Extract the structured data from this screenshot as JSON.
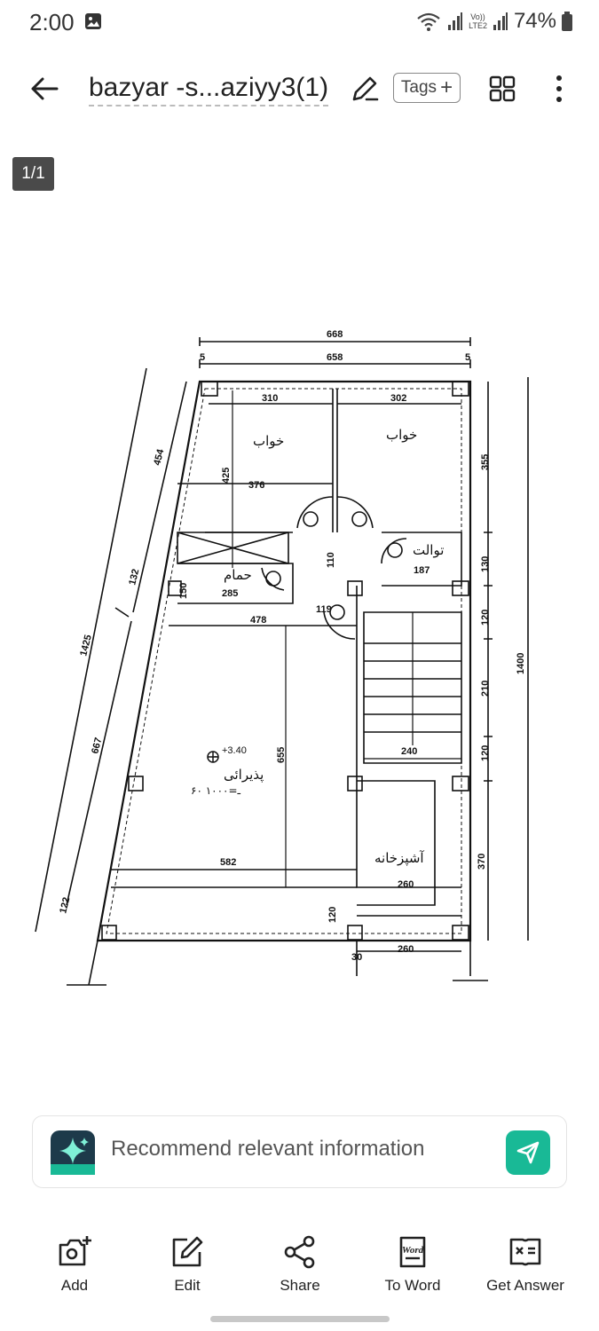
{
  "status_bar": {
    "time": "2:00",
    "network_label_top": "Vo))",
    "network_label_bottom": "LTE2",
    "battery": "74%"
  },
  "app_bar": {
    "title": "bazyar -s...aziyy3(1)",
    "tags_label": "Tags",
    "tags_plus": "+"
  },
  "page_counter": "1/1",
  "floor_plan": {
    "dim_668": "668",
    "dim_658": "658",
    "dim_5a": "5",
    "dim_5b": "5",
    "dim_310": "310",
    "dim_302": "302",
    "dim_454": "454",
    "dim_132": "132",
    "dim_1425": "1425",
    "dim_667": "667",
    "dim_122": "122",
    "dim_425": "425",
    "dim_376": "376",
    "dim_110": "110",
    "dim_187": "187",
    "dim_285": "285",
    "dim_150": "150",
    "dim_119": "119",
    "dim_478": "478",
    "dim_655": "655",
    "dim_240": "240",
    "dim_582": "582",
    "dim_260a": "260",
    "dim_260b": "260",
    "dim_120a": "120",
    "dim_30": "30",
    "dim_355": "355",
    "dim_130": "130",
    "dim_120b": "120",
    "dim_210": "210",
    "dim_120c": "120",
    "dim_370": "370",
    "dim_1400": "1400",
    "room_bed1": "خواب",
    "room_bed2": "خواب",
    "room_toilet": "توالت",
    "room_bath": "حمام",
    "room_reception": "پذیرائی",
    "room_kitchen": "آشپزخانه",
    "level_mark": "+3.40",
    "scale_mark": "۶۰ ۱۰۰۰=ـ"
  },
  "ai_prompt": {
    "text": "Recommend relevant information"
  },
  "bottom_nav": [
    {
      "label": "Add",
      "icon": "camera-add-icon"
    },
    {
      "label": "Edit",
      "icon": "edit-icon"
    },
    {
      "label": "Share",
      "icon": "share-icon"
    },
    {
      "label": "To Word",
      "icon": "word-icon",
      "icon_text": "Word"
    },
    {
      "label": "Get Answer",
      "icon": "get-answer-icon"
    }
  ],
  "colors": {
    "accent": "#19b996",
    "page_badge_bg": "#4a4a4a",
    "ai_logo_bg": "#1d3a4a"
  }
}
